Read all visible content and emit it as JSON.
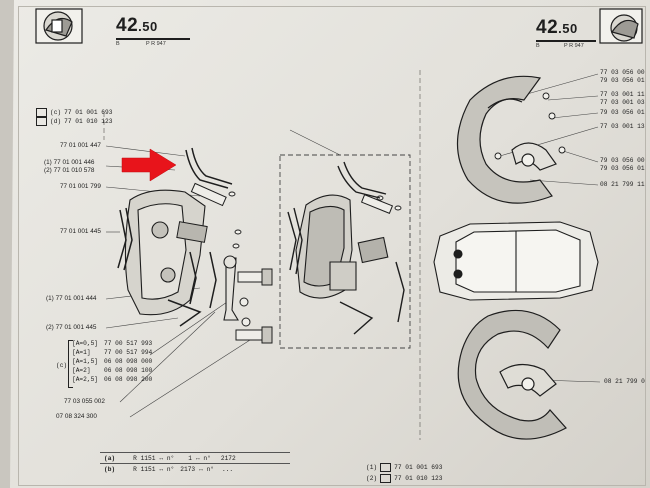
{
  "header_left": {
    "number": "42",
    "suffix": ".50",
    "sub_b": "B",
    "sub_ref": "P R 947"
  },
  "header_right": {
    "number": "42",
    "suffix": ".50",
    "sub_b": "B",
    "sub_ref": "P R 947"
  },
  "top_refs": [
    {
      "mark": "(c)",
      "code": "77 01 001 693"
    },
    {
      "mark": "(d)",
      "code": "77 01 010 123"
    }
  ],
  "left_labels": [
    {
      "text": "77 01 001 447"
    },
    {
      "text": "(1) 77 01 001 446"
    },
    {
      "text": "(2) 77 01 010 578"
    },
    {
      "text": "77 01 001 799"
    },
    {
      "text": "77 01 001 445"
    },
    {
      "text": "(1) 77 01 001 444"
    },
    {
      "text": "(2) 77 01 001 445"
    }
  ],
  "shim_table": {
    "mark": "(c)",
    "rows": [
      {
        "a": "[A=0,5]",
        "code": "77 00 517 993"
      },
      {
        "a": "[A=1]",
        "code": "77 00 517 994"
      },
      {
        "a": "[A=1,5]",
        "code": "06 08 098 000"
      },
      {
        "a": "[A=2]",
        "code": "06 08 098 100"
      },
      {
        "a": "[A=2,5]",
        "code": "06 08 098 200"
      }
    ]
  },
  "bottom_labels": [
    {
      "text": "77 03 055 002"
    },
    {
      "text": "07 08 324 300"
    }
  ],
  "right_codes": [
    {
      "lines": [
        "77 03 056 00",
        "79 03 056 01"
      ]
    },
    {
      "lines": [
        "77 03 001 11",
        "77 03 001 03"
      ]
    },
    {
      "lines": [
        "79 03 056 01"
      ]
    },
    {
      "lines": [
        "77 03 001 13"
      ]
    },
    {
      "lines": [
        "79 03 056 00",
        "79 03 056 01"
      ]
    },
    {
      "lines": [
        "08 21 799 11"
      ]
    },
    {
      "lines": [
        "08 21 799 0"
      ]
    }
  ],
  "footer_rows": [
    {
      "mark": "(a)",
      "model": "R 1151",
      "n1": "1",
      "n2": "2172"
    },
    {
      "mark": "(b)",
      "model": "R 1151",
      "n1": "2173",
      "n2": "..."
    }
  ],
  "footer_right": [
    {
      "mark": "(1)",
      "code": "77 01 001 693"
    },
    {
      "mark": "(2)",
      "code": "77 01 010 123"
    }
  ],
  "colors": {
    "arrow": "#e8141b",
    "ink": "#1e1e1e",
    "paper": "#e6e4de"
  }
}
